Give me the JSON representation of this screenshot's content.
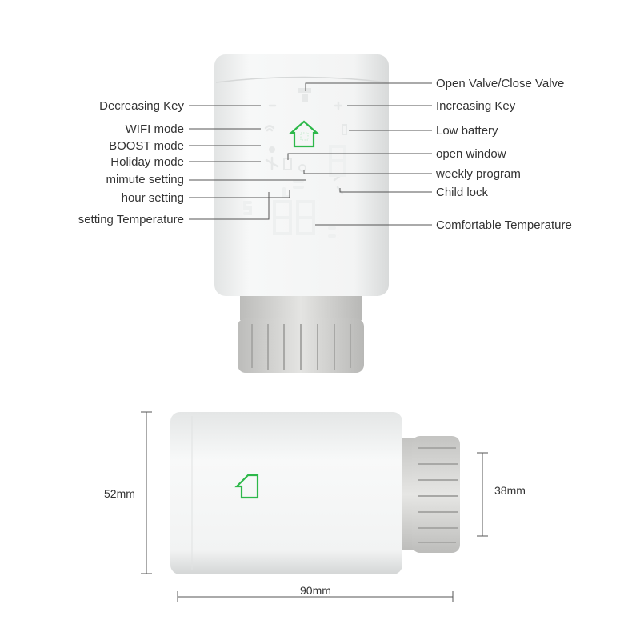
{
  "labels_left": {
    "decreasing_key": "Decreasing Key",
    "wifi_mode": "WIFI mode",
    "boost_mode": "BOOST mode",
    "holiday_mode": "Holiday mode",
    "minute_setting": "mimute setting",
    "hour_setting": "hour setting",
    "setting_temperature": "setting Temperature"
  },
  "labels_right": {
    "valve": "Open Valve/Close Valve",
    "increasing_key": "Increasing Key",
    "low_battery": "Low battery",
    "open_window": "open window",
    "weekly_program": "weekly program",
    "child_lock": "Child lock",
    "comfortable_temperature": "Comfortable Temperature"
  },
  "dimensions": {
    "height": "52mm",
    "knob_diameter": "38mm",
    "length": "90mm"
  },
  "colors": {
    "accent_green": "#2db84a",
    "body": "#f4f5f5",
    "knob": "#d8d8d6"
  }
}
